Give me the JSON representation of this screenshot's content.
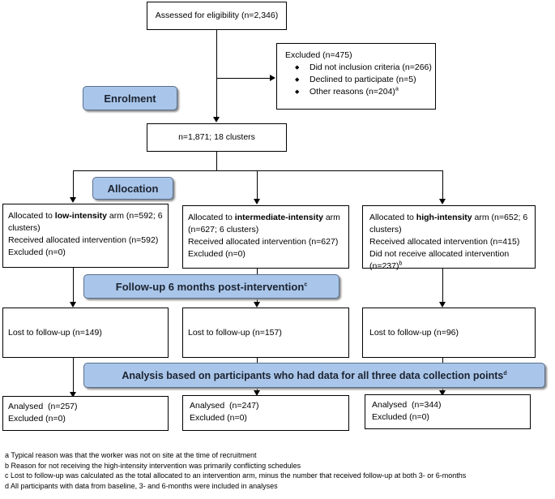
{
  "assessed": "Assessed for eligibility (n=2,346)",
  "excluded": {
    "title": "Excluded (n=475)",
    "items": [
      {
        "text": "Did not inclusion criteria (n=266)",
        "sup": ""
      },
      {
        "text": "Declined to participate (n=5)",
        "sup": ""
      },
      {
        "text": "Other reasons (n=204)",
        "sup": "a"
      }
    ]
  },
  "stages": {
    "enrolment": "Enrolment",
    "allocation": "Allocation",
    "followup": "Follow-up 6 months post-intervention",
    "followup_sup": "c",
    "analysis": "Analysis based on participants who had data for all three data collection points",
    "analysis_sup": "d"
  },
  "randomised": "n=1,871; 18 clusters",
  "arms": [
    {
      "alloc_prefix": "Allocated to ",
      "arm_name": "low-intensity",
      "alloc_suffix": " arm (n=592; 6 clusters)",
      "received": "Received allocated intervention (n=592)",
      "excluded": "Excluded (n=0)",
      "extra": "",
      "extra_sup": "",
      "lost": "Lost to follow-up (n=149)",
      "analysed": "Analysed  (n=257)",
      "analysed_excluded": "Excluded (n=0)"
    },
    {
      "alloc_prefix": "Allocated to ",
      "arm_name": "intermediate-intensity",
      "alloc_suffix": " arm (n=627; 6 clusters)",
      "received": "Received allocated intervention (n=627)",
      "excluded": "Excluded (n=0)",
      "extra": "",
      "extra_sup": "",
      "lost": "Lost to follow-up (n=157)",
      "analysed": "Analysed  (n=247)",
      "analysed_excluded": "Excluded (n=0)"
    },
    {
      "alloc_prefix": "Allocated to ",
      "arm_name": "high-intensity",
      "alloc_suffix": " arm (n=652; 6 clusters)",
      "received": "Received allocated intervention (n=415)",
      "excluded": "",
      "extra": "Did not receive allocated intervention (n=237)",
      "extra_sup": "b",
      "lost": "Lost to follow-up (n=96)",
      "analysed": "Analysed  (n=344)",
      "analysed_excluded": "Excluded (n=0)"
    }
  ],
  "notes": [
    "a Typical reason was that the worker was not on site at the time of recruitment",
    "b Reason for not receiving the high-intensity intervention was primarily conflicting schedules",
    "c Lost to follow-up was calculated as the total allocated to an intervention arm, minus the number that received follow-up at both 3- or 6-months",
    "d All participants with data from baseline, 3- and 6-months were included in analyses"
  ]
}
